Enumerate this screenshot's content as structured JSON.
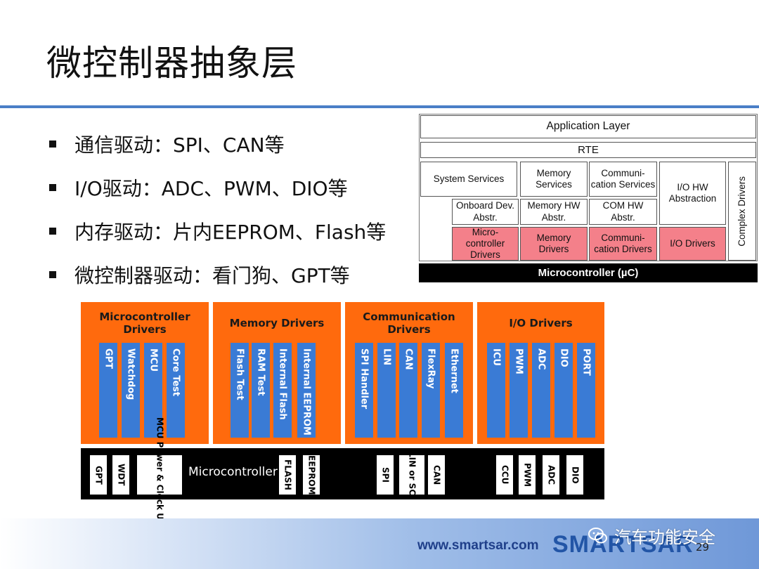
{
  "slide": {
    "title": "微控制器抽象层",
    "bullets": [
      "通信驱动：SPI、CAN等",
      "I/O驱动：ADC、PWM、DIO等",
      "内存驱动：片内EEPROM、Flash等",
      "微控制器驱动：看门狗、GPT等"
    ],
    "page_number": "29"
  },
  "arch": {
    "application_layer": "Application Layer",
    "rte": "RTE",
    "system_services": "System Services",
    "memory_services": "Memory Services",
    "communication_services": "Communi- cation Services",
    "io_hw_abstraction": "I/O HW Abstraction",
    "complex_drivers": "Complex Drivers",
    "onboard_dev_abstr": "Onboard Dev. Abstr.",
    "memory_hw_abstr": "Memory HW Abstr.",
    "com_hw_abstr": "COM HW Abstr.",
    "microcontroller_drivers": "Micro- controller Drivers",
    "memory_drivers": "Memory Drivers",
    "communication_drivers": "Communi- cation Drivers",
    "io_drivers": "I/O Drivers",
    "microcontroller": "Microcontroller (µC)"
  },
  "groups": {
    "mcu": {
      "title": "Microcontroller Drivers",
      "items": [
        "GPT",
        "Watchdog",
        "MCU",
        "Core Test"
      ]
    },
    "mem": {
      "title": "Memory Drivers",
      "items": [
        "Flash Test",
        "RAM Test",
        "Internal Flash",
        "Internal EEPROM"
      ]
    },
    "com": {
      "title": "Communication Drivers",
      "items": [
        "SPI Handler",
        "LIN",
        "CAN",
        "FlexRay",
        "Ethernet"
      ]
    },
    "io": {
      "title": "I/O Drivers",
      "items": [
        "ICU",
        "PWM",
        "ADC",
        "DIO",
        "PORT"
      ]
    }
  },
  "hardware": {
    "label": "Microcontroller",
    "items": [
      "GPT",
      "WDT",
      "MCU Power & Clock Unit",
      "FLASH",
      "EEPROM",
      "SPI",
      "LIN or SCI",
      "CAN",
      "CCU",
      "PWM",
      "ADC",
      "DIO"
    ]
  },
  "footer": {
    "url": "www.smartsar.com",
    "logo": "SMARTSAR",
    "watermark": "汽车功能安全"
  },
  "colors": {
    "title_rule": "#4a7fc7",
    "driver_group": "#ff6a0d",
    "driver_item": "#3a7bd5",
    "arch_driver_cells": "#f4808a",
    "microcontroller_bar": "#000000"
  }
}
